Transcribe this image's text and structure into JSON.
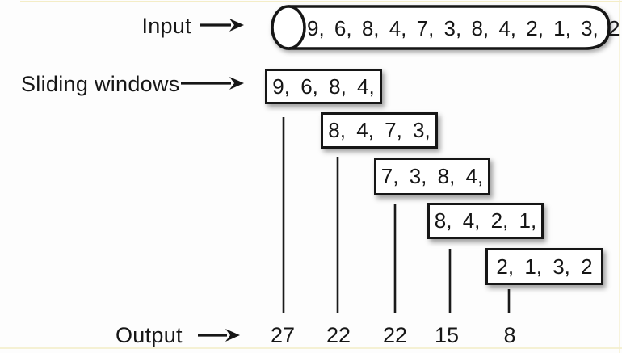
{
  "colors": {
    "ink": "#161616",
    "paper": "#fdfdfd",
    "box_fill": "#ffffff",
    "highlight_top": "#f0e7b4",
    "highlight_bottom": "#f3eecd"
  },
  "input_row": {
    "label": "Input",
    "sequence": "9, 6, 8, 4, 7, 3, 8, 4, 2, 1, 3, 2"
  },
  "windows_row": {
    "label": "Sliding windows"
  },
  "windows": [
    {
      "values": "9, 6, 8, 4,",
      "sum": "27"
    },
    {
      "values": "8, 4, 7, 3,",
      "sum": "22"
    },
    {
      "values": "7, 3, 8, 4,",
      "sum": "22"
    },
    {
      "values": "8, 4, 2, 1,",
      "sum": "15"
    },
    {
      "values": "2, 1, 3, 2",
      "sum": "8"
    }
  ],
  "output_row": {
    "label": "Output"
  }
}
